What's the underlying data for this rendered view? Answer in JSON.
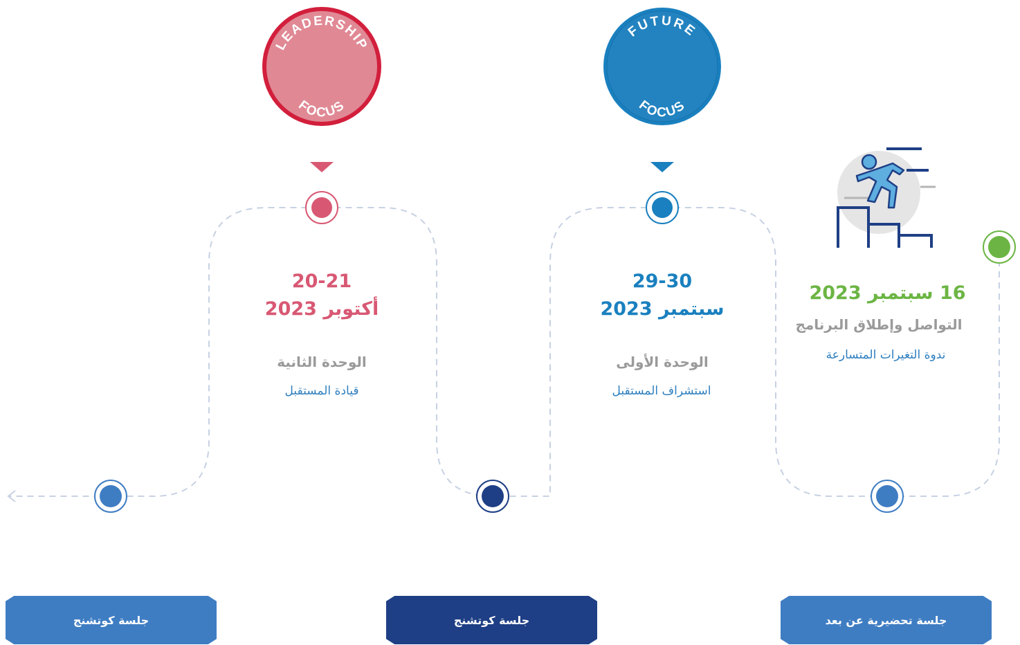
{
  "colors": {
    "pink": "#d85873",
    "blue": "#1a80bf",
    "green": "#6cb544",
    "dark_navy": "#1e3f85",
    "mid_blue": "#3f7dc3",
    "line": "#c7d1e3",
    "gray_text": "#9a9a9a"
  },
  "badges": [
    {
      "top_text": "LEADERSHIP",
      "bottom_text": "FOCUS",
      "color": "pink"
    },
    {
      "top_text": "FUTURE",
      "bottom_text": "FOCUS",
      "color": "blue"
    }
  ],
  "stages": [
    {
      "date_line1": "20-21",
      "date_line2": "أكتوبر 2023",
      "unit": "الوحدة الثانية",
      "subtitle": "قيادة المستقبل"
    },
    {
      "date_line1": "29-30",
      "date_line2": "سبتمبر 2023",
      "unit": "الوحدة الأولى",
      "subtitle": "استشراف المستقبل"
    },
    {
      "date_line1": "16 سبتمبر 2023",
      "unit": "التواصل وإطلاق البرنامج",
      "subtitle": "ندوة التغيرات المتسارعة"
    }
  ],
  "buttons": [
    {
      "label": "جلسة كوتشنج",
      "color": "mid_blue"
    },
    {
      "label": "جلسة كوتشنج",
      "color": "dark_navy"
    },
    {
      "label": "جلسة تحضيرية عن بعد",
      "color": "mid_blue"
    }
  ],
  "icon": "person-climbing-stairs-icon"
}
